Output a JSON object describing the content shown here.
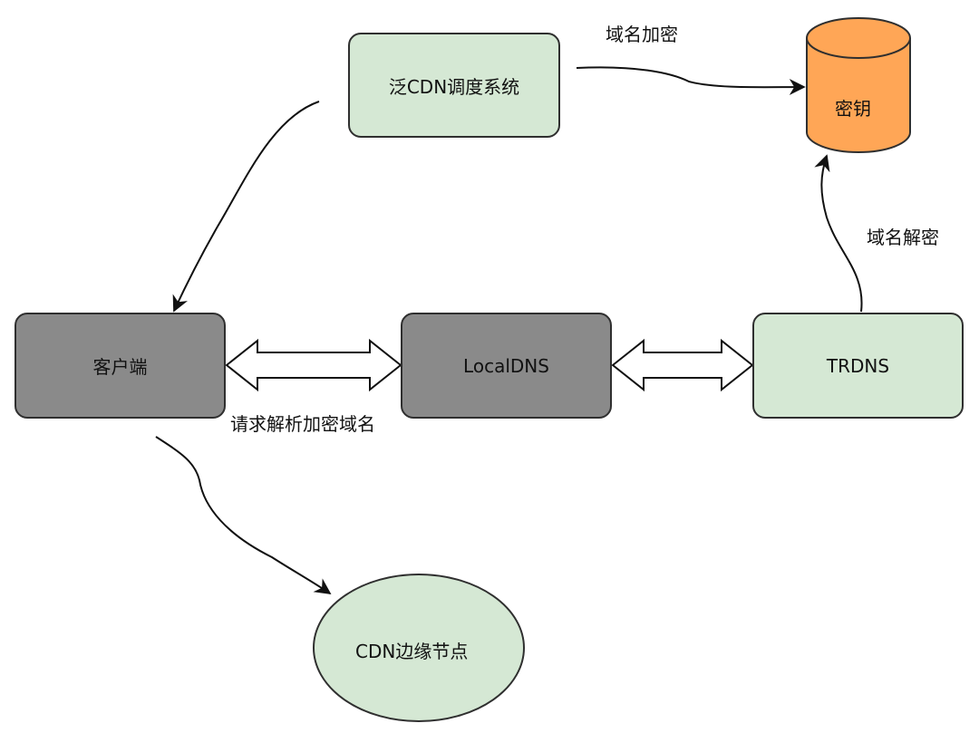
{
  "nodes": {
    "scheduler": "泛CDN调度系统",
    "key": "密钥",
    "client": "客户端",
    "localdns": "LocalDNS",
    "trdns": "TRDNS",
    "edge": "CDN边缘节点"
  },
  "labels": {
    "encrypt": "域名加密",
    "decrypt": "域名解密",
    "request": "请求解析加密域名"
  },
  "colors": {
    "green_fill": "#d5e8d4",
    "gray_fill": "#8a8a8a",
    "orange_fill": "#ffa656",
    "stroke": "#2f2f2f"
  }
}
